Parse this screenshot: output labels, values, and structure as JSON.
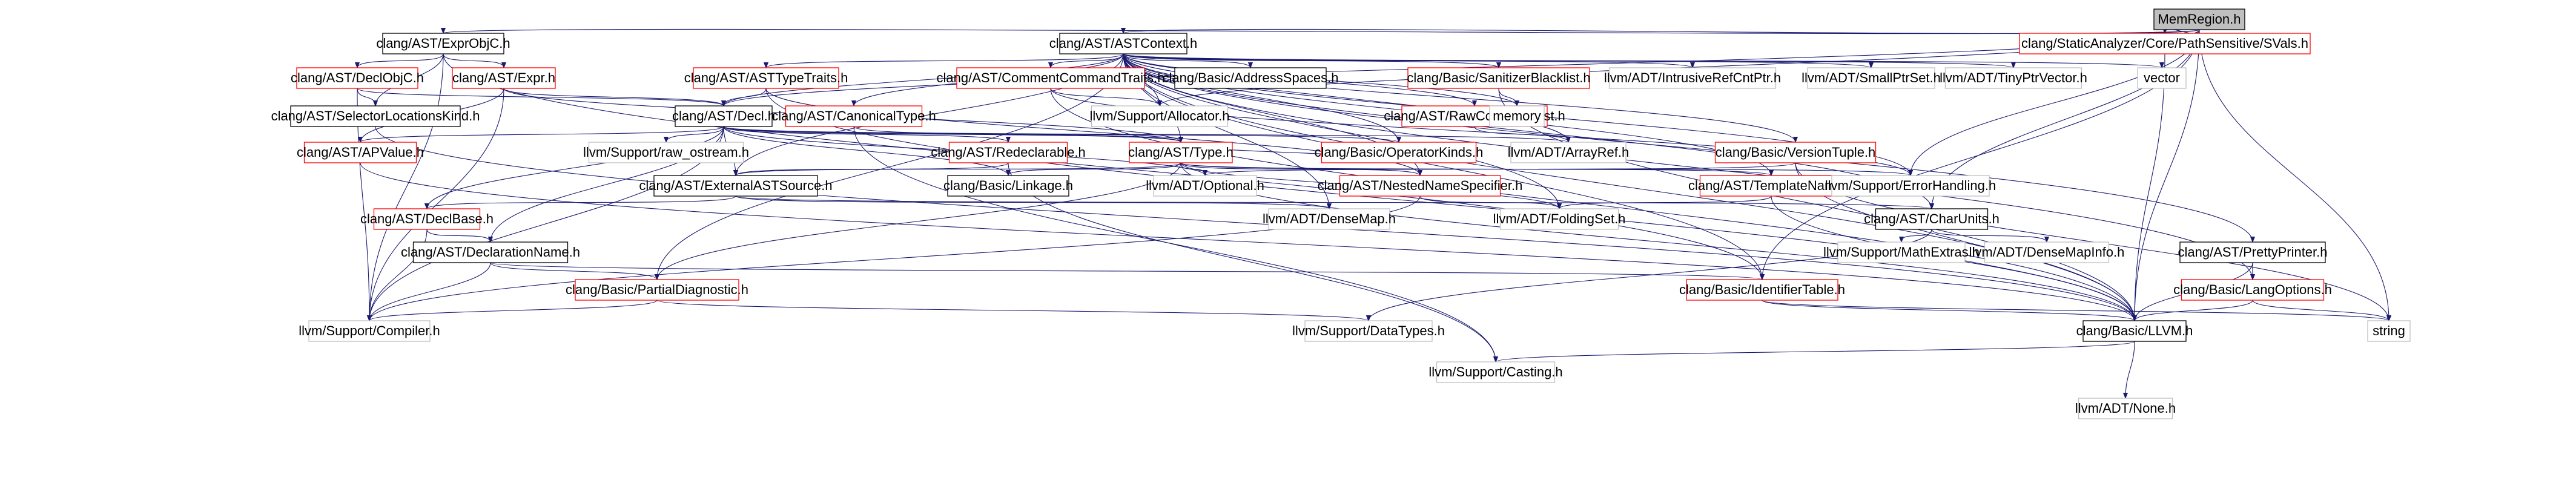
{
  "colors": {
    "root_fill": "#bfbfbf",
    "link_border": "#000000",
    "highlight_border": "#ff0000",
    "external_border": "#bfbfbf",
    "node_fill": "#ffffff",
    "edge": "#191970",
    "text": "#000000"
  },
  "nodes": {
    "memregion": {
      "label": "MemRegion.h",
      "style": "root"
    },
    "exprobjc": {
      "label": "clang/AST/ExprObjC.h",
      "style": "link"
    },
    "astcontext": {
      "label": "clang/AST/ASTContext.h",
      "style": "link"
    },
    "svals": {
      "label": "clang/StaticAnalyzer/Core/PathSensitive/SVals.h",
      "style": "red"
    },
    "declobjc": {
      "label": "clang/AST/DeclObjC.h",
      "style": "red"
    },
    "expr": {
      "label": "clang/AST/Expr.h",
      "style": "red"
    },
    "asttypetraits": {
      "label": "clang/AST/ASTTypeTraits.h",
      "style": "red"
    },
    "commentcmd": {
      "label": "clang/AST/CommentCommandTraits.h",
      "style": "red"
    },
    "addressspaces": {
      "label": "clang/Basic/AddressSpaces.h",
      "style": "link"
    },
    "sanitizerbl": {
      "label": "clang/Basic/SanitizerBlacklist.h",
      "style": "red"
    },
    "intrusiveref": {
      "label": "llvm/ADT/IntrusiveRefCntPtr.h",
      "style": "ext"
    },
    "smallptrset": {
      "label": "llvm/ADT/SmallPtrSet.h",
      "style": "ext"
    },
    "tinyptrvector": {
      "label": "llvm/ADT/TinyPtrVector.h",
      "style": "ext"
    },
    "vector": {
      "label": "vector",
      "style": "ext"
    },
    "selectorloc": {
      "label": "clang/AST/SelectorLocationsKind.h",
      "style": "link"
    },
    "decl": {
      "label": "clang/AST/Decl.h",
      "style": "link"
    },
    "canonicaltype": {
      "label": "clang/AST/CanonicalType.h",
      "style": "red"
    },
    "allocator": {
      "label": "llvm/Support/Allocator.h",
      "style": "ext"
    },
    "rawcomment": {
      "label": "clang/AST/RawCommentList.h",
      "style": "red"
    },
    "memory": {
      "label": "memory",
      "style": "ext"
    },
    "apvalue": {
      "label": "clang/AST/APValue.h",
      "style": "red"
    },
    "rawostream": {
      "label": "llvm/Support/raw_ostream.h",
      "style": "ext"
    },
    "redeclarable": {
      "label": "clang/AST/Redeclarable.h",
      "style": "red"
    },
    "type": {
      "label": "clang/AST/Type.h",
      "style": "red"
    },
    "operatorkinds": {
      "label": "clang/Basic/OperatorKinds.h",
      "style": "red"
    },
    "arrayref": {
      "label": "llvm/ADT/ArrayRef.h",
      "style": "ext"
    },
    "versiontuple": {
      "label": "clang/Basic/VersionTuple.h",
      "style": "red"
    },
    "externalastsource": {
      "label": "clang/AST/ExternalASTSource.h",
      "style": "link"
    },
    "linkage": {
      "label": "clang/Basic/Linkage.h",
      "style": "link"
    },
    "optional": {
      "label": "llvm/ADT/Optional.h",
      "style": "ext"
    },
    "nestednamespec": {
      "label": "clang/AST/NestedNameSpecifier.h",
      "style": "red"
    },
    "templatename": {
      "label": "clang/AST/TemplateName.h",
      "style": "red"
    },
    "errorhandling": {
      "label": "llvm/Support/ErrorHandling.h",
      "style": "ext"
    },
    "declbase": {
      "label": "clang/AST/DeclBase.h",
      "style": "red"
    },
    "densemap": {
      "label": "llvm/ADT/DenseMap.h",
      "style": "ext"
    },
    "foldingset": {
      "label": "llvm/ADT/FoldingSet.h",
      "style": "ext"
    },
    "charunits": {
      "label": "clang/AST/CharUnits.h",
      "style": "link"
    },
    "prettyprinter": {
      "label": "clang/AST/PrettyPrinter.h",
      "style": "link"
    },
    "declarationname": {
      "label": "clang/AST/DeclarationName.h",
      "style": "link"
    },
    "mathextras": {
      "label": "llvm/Support/MathExtras.h",
      "style": "ext"
    },
    "densemapinfo": {
      "label": "llvm/ADT/DenseMapInfo.h",
      "style": "ext"
    },
    "partialdiag": {
      "label": "clang/Basic/PartialDiagnostic.h",
      "style": "red"
    },
    "identifiertable": {
      "label": "clang/Basic/IdentifierTable.h",
      "style": "red"
    },
    "langoptions": {
      "label": "clang/Basic/LangOptions.h",
      "style": "red"
    },
    "compiler": {
      "label": "llvm/Support/Compiler.h",
      "style": "ext"
    },
    "datatypes": {
      "label": "llvm/Support/DataTypes.h",
      "style": "ext"
    },
    "llvmh": {
      "label": "clang/Basic/LLVM.h",
      "style": "link"
    },
    "string": {
      "label": "string",
      "style": "ext"
    },
    "casting": {
      "label": "llvm/Support/Casting.h",
      "style": "ext"
    },
    "none": {
      "label": "llvm/ADT/None.h",
      "style": "ext"
    }
  }
}
